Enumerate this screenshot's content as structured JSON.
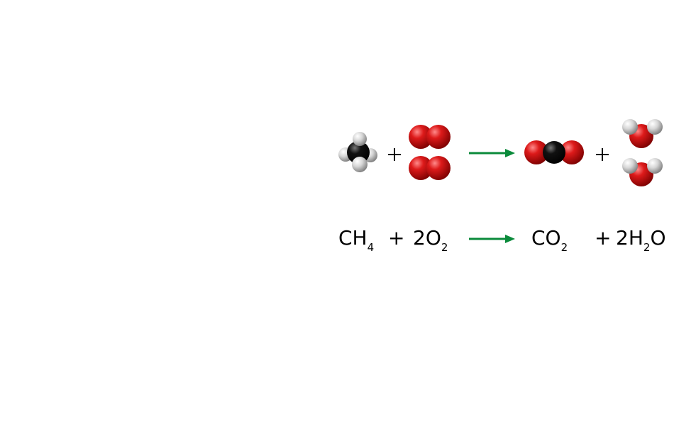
{
  "equation": {
    "reactants": [
      {
        "main": "CH",
        "sub": "4"
      },
      {
        "coef": "2",
        "main": "O",
        "sub": "2"
      }
    ],
    "products": [
      {
        "main": "CO",
        "sub": "2"
      },
      {
        "coef": "2",
        "main": "H",
        "sub": "2",
        "tail": "O"
      }
    ],
    "plus": "+"
  },
  "colors": {
    "oxygen": "#cc1111",
    "carbon": "#000000",
    "hydrogen": "#d8d8d8",
    "arrow": "#0a8a3a"
  },
  "icons": [
    "methane-molecule-icon",
    "oxygen-molecule-icon",
    "carbon-dioxide-molecule-icon",
    "water-molecule-icon",
    "reaction-arrow-icon"
  ]
}
